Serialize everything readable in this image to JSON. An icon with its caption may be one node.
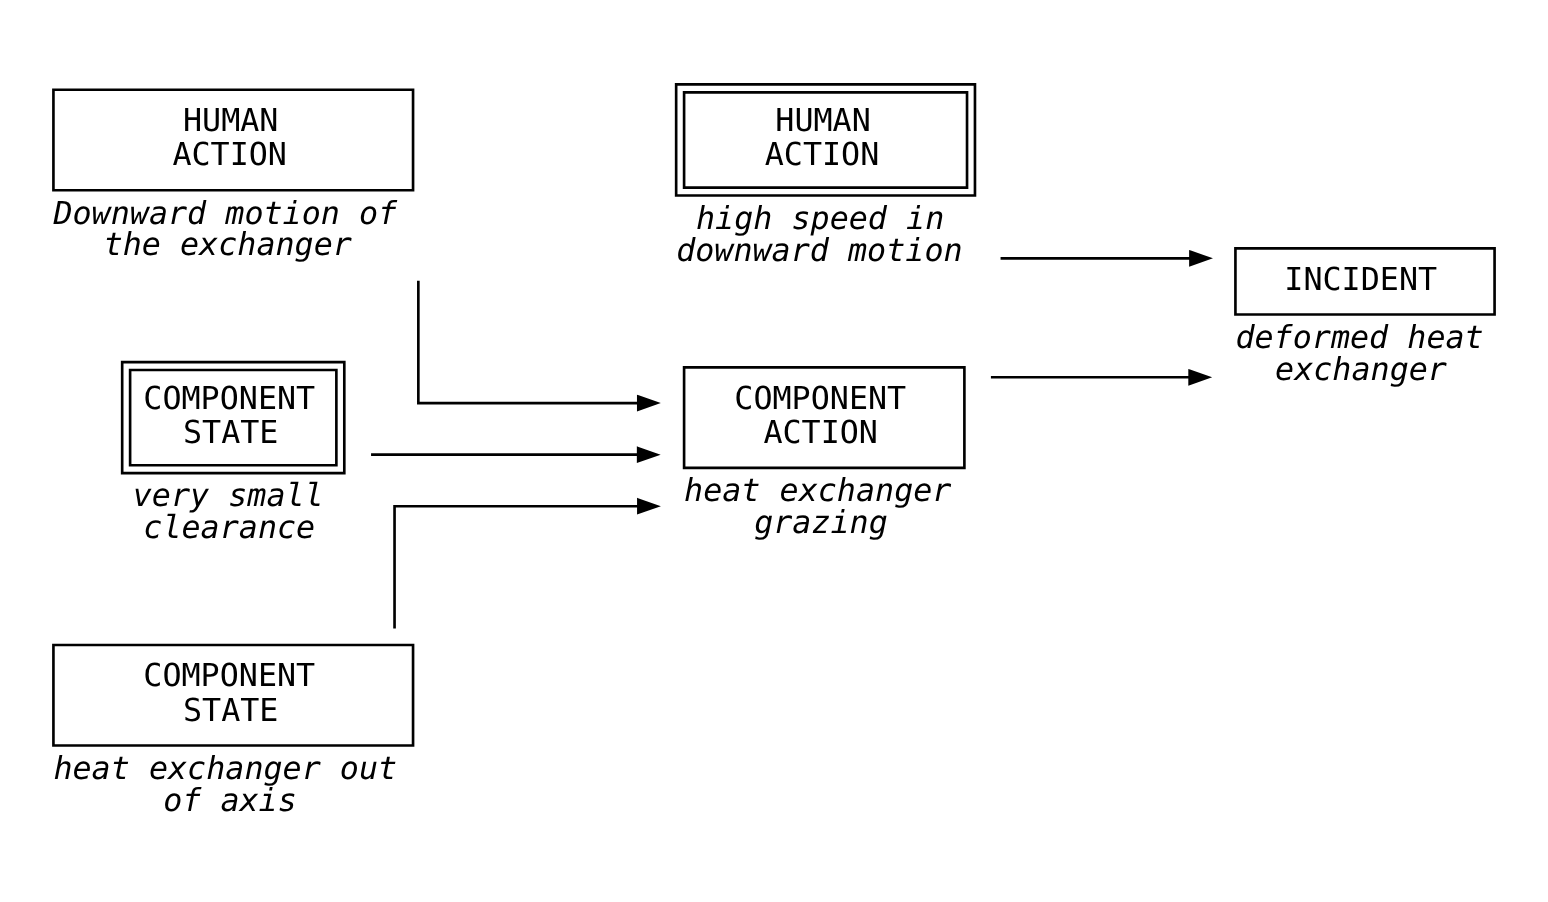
{
  "diagram": {
    "nodes": [
      {
        "text": [
          "HUMAN ACTION"
        ],
        "beside": [
          "high speed in downward motion"
        ]
      },
      {
        "text": [
          "HUMAN ACTION"
        ],
        "beside": [
          "Downward motion of the exchanger"
        ]
      },
      {
        "text": [
          "COMPONENT STATE"
        ],
        "beside": [
          "very small clearance"
        ]
      },
      {
        "text": [
          "COMPONENT STATE"
        ],
        "beside": [
          "heat exchanger out of axis"
        ]
      },
      {
        "text": [
          "COMPONENT ACTION"
        ],
        "beside": [
          "heat exchanger grazing"
        ]
      },
      {
        "text": [
          "INCIDENT"
        ],
        "beside": [
          "deformed heat exchanger"
        ]
      }
    ],
    "edges": [
      {
        "from": 1,
        "to": 4,
        "arrow": "to"
      },
      {
        "from": 2,
        "to": 4,
        "arrow": "to"
      },
      {
        "from": 3,
        "to": 4,
        "arrow": "to"
      },
      {
        "from": 0,
        "to": 5,
        "arrow": "to"
      },
      {
        "from": 4,
        "to": 5,
        "arrow": "to"
      }
    ]
  }
}
